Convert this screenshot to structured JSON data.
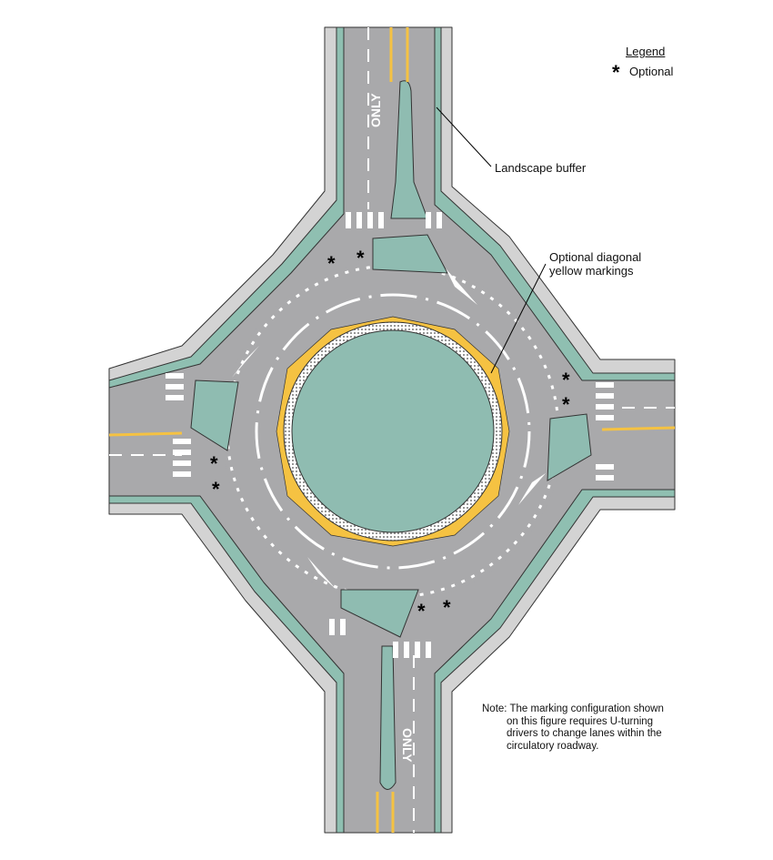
{
  "legend": {
    "title": "Legend",
    "symbol": "*",
    "item": "Optional"
  },
  "labels": {
    "landscape_buffer": "Landscape buffer",
    "diagonal_markings_line1": "Optional diagonal",
    "diagonal_markings_line2": "yellow markings"
  },
  "note": {
    "line1": "Note: The marking configuration shown",
    "line2": "on this figure requires U-turning",
    "line3": "drivers to change lanes within the",
    "line4": "circulatory roadway."
  },
  "pavement_text": {
    "north": "ONLY",
    "south": "ONLY"
  },
  "optional_marker": "*",
  "colors": {
    "sidewalk": "#d3d3d3",
    "buffer": "#8fbfb1",
    "road": "#a9a9ab",
    "yellow": "#f5c242",
    "island": "#8fbcb1"
  }
}
